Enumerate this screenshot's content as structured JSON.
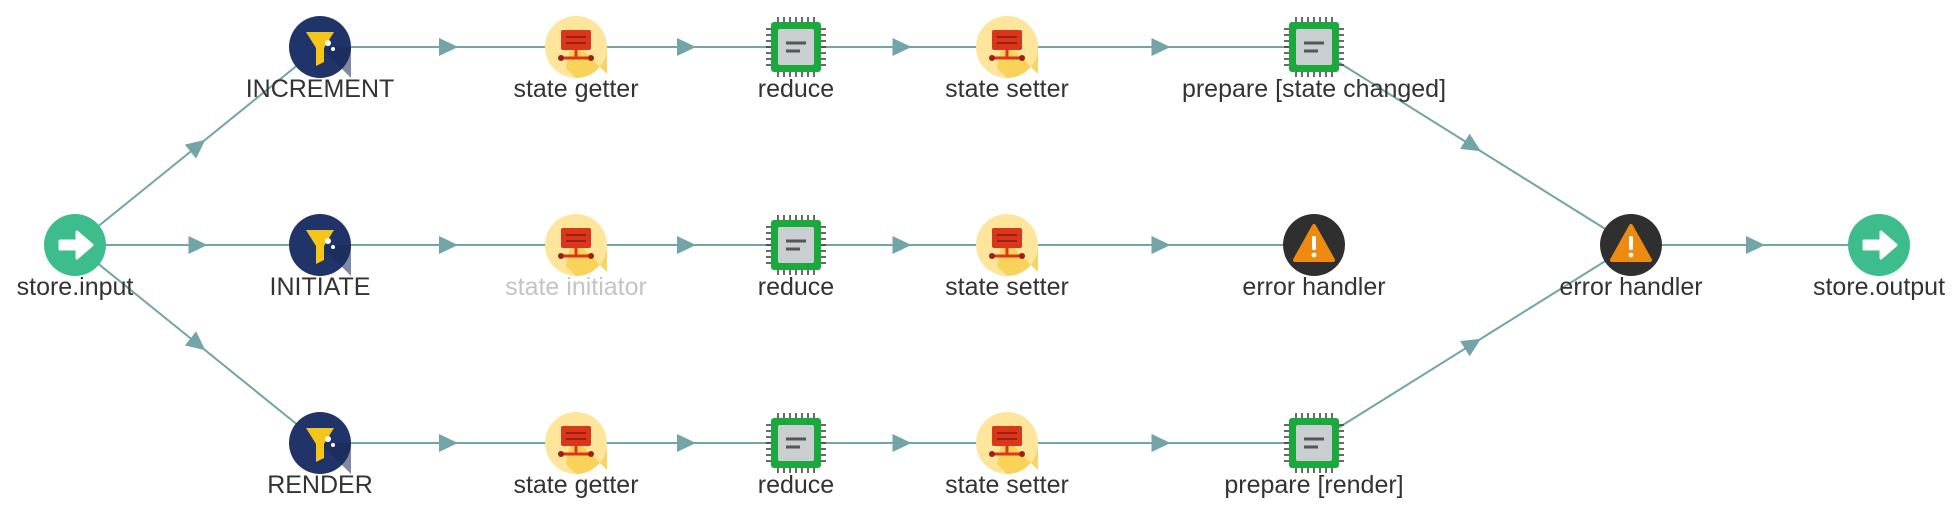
{
  "diagram": {
    "colors": {
      "edge": "#72a4a8",
      "io": "#3dbd8b",
      "filter_bg": "#213469",
      "filter_fg": "#f5c518",
      "state_bg": "#fde59b",
      "state_fg": "#d9361b",
      "chip_green": "#1ba83c",
      "chip_screen": "#c9cfd1",
      "error_bg": "#2f2f2f",
      "error_fg": "#ef8a10",
      "label": "#333333",
      "label_muted": "#c4c4c4"
    },
    "nodes": [
      {
        "id": "store-input",
        "type": "io",
        "label": "store.input"
      },
      {
        "id": "increment",
        "type": "filter",
        "label": "INCREMENT"
      },
      {
        "id": "initiate",
        "type": "filter",
        "label": "INITIATE"
      },
      {
        "id": "render",
        "type": "filter",
        "label": "RENDER"
      },
      {
        "id": "state-getter-1",
        "type": "state",
        "label": "state getter"
      },
      {
        "id": "state-initiator",
        "type": "state",
        "label": "state initiator",
        "muted": true
      },
      {
        "id": "state-getter-2",
        "type": "state",
        "label": "state getter"
      },
      {
        "id": "reduce-1",
        "type": "chip",
        "label": "reduce"
      },
      {
        "id": "reduce-2",
        "type": "chip",
        "label": "reduce"
      },
      {
        "id": "reduce-3",
        "type": "chip",
        "label": "reduce"
      },
      {
        "id": "state-setter-1",
        "type": "state",
        "label": "state setter"
      },
      {
        "id": "state-setter-2",
        "type": "state",
        "label": "state setter"
      },
      {
        "id": "state-setter-3",
        "type": "state",
        "label": "state setter"
      },
      {
        "id": "prepare-state-changed",
        "type": "chip",
        "label": "prepare [state changed]"
      },
      {
        "id": "error-handler-1",
        "type": "error",
        "label": "error handler"
      },
      {
        "id": "prepare-render",
        "type": "chip",
        "label": "prepare [render]"
      },
      {
        "id": "error-handler-2",
        "type": "error",
        "label": "error handler"
      },
      {
        "id": "store-output",
        "type": "io",
        "label": "store.output"
      }
    ],
    "edges": [
      [
        "store-input",
        "increment"
      ],
      [
        "store-input",
        "initiate"
      ],
      [
        "store-input",
        "render"
      ],
      [
        "increment",
        "state-getter-1"
      ],
      [
        "state-getter-1",
        "reduce-1"
      ],
      [
        "reduce-1",
        "state-setter-1"
      ],
      [
        "state-setter-1",
        "prepare-state-changed"
      ],
      [
        "prepare-state-changed",
        "error-handler-2"
      ],
      [
        "initiate",
        "state-initiator"
      ],
      [
        "state-initiator",
        "reduce-2"
      ],
      [
        "reduce-2",
        "state-setter-2"
      ],
      [
        "state-setter-2",
        "error-handler-1"
      ],
      [
        "render",
        "state-getter-2"
      ],
      [
        "state-getter-2",
        "reduce-3"
      ],
      [
        "reduce-3",
        "state-setter-3"
      ],
      [
        "state-setter-3",
        "prepare-render"
      ],
      [
        "prepare-render",
        "error-handler-2"
      ],
      [
        "error-handler-2",
        "store-output"
      ]
    ]
  }
}
